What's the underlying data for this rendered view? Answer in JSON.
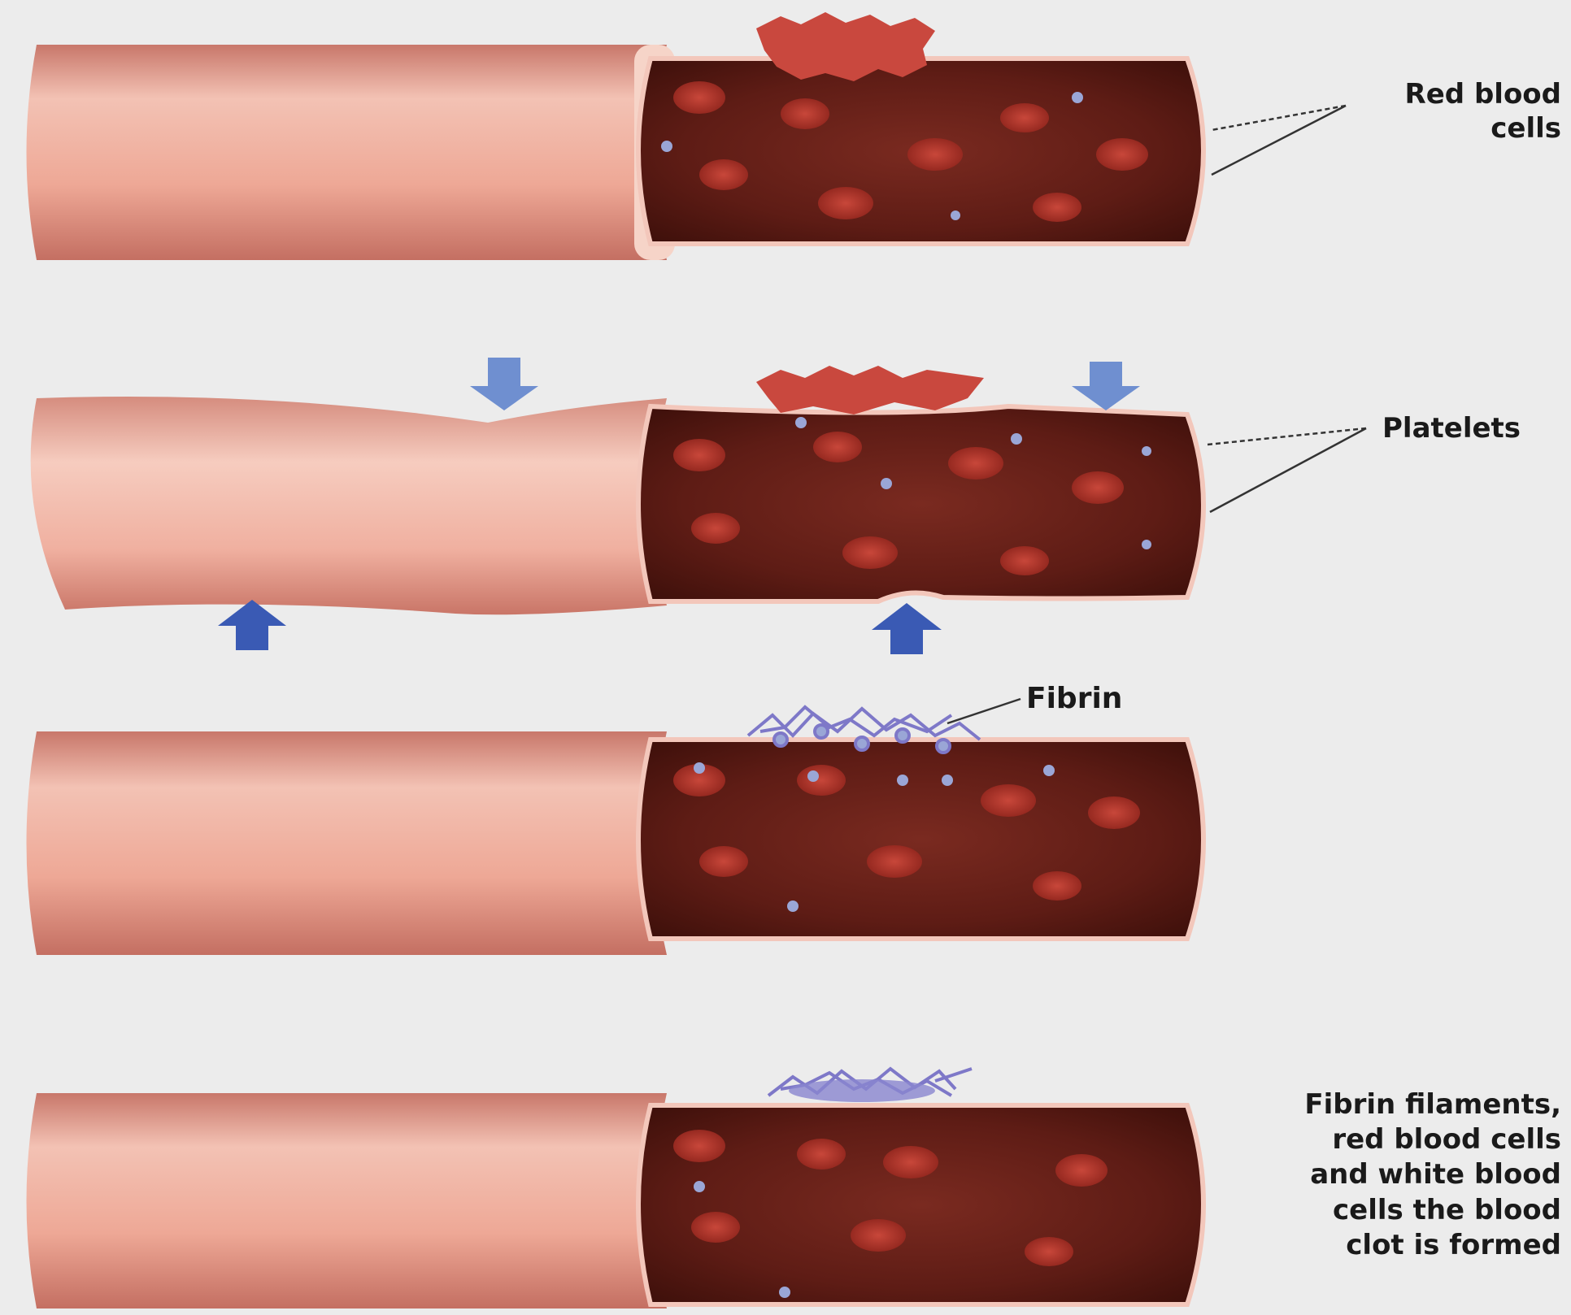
{
  "labels": {
    "red_blood_cells_line1": "Red blood",
    "red_blood_cells_line2": "cells",
    "platelets": "Platelets",
    "fibrin": "Fibrin",
    "formed_line1": "Fibrin filaments,",
    "formed_line2": "red blood cells",
    "formed_line3": "and white blood",
    "formed_line4": "cells the blood",
    "formed_line5": "clot is formed"
  },
  "colors": {
    "background": "#ececec",
    "vessel_wall": "#f1b3a3",
    "vessel_wall_shade": "#c8776a",
    "lumen": "#5c1a14",
    "red_blood_cell": "#b3342b",
    "platelet": "#9aa6d6",
    "fibrin": "#7e78c8",
    "arrow": "#3a5ab4",
    "arrow_light": "#6f8fd0",
    "text": "#1a1a1a"
  }
}
